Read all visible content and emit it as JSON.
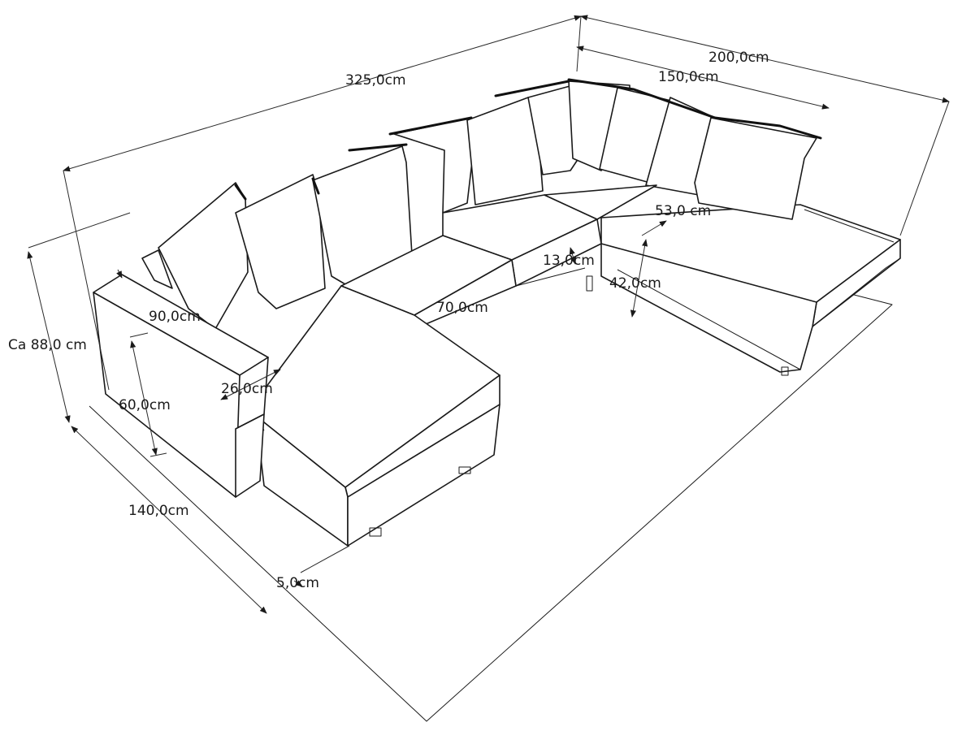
{
  "dimensions": {
    "total_length": "325,0cm",
    "right_depth": "200,0cm",
    "right_inner": "150,0cm",
    "seat_height_front": "53,0 cm",
    "drawer_height": "13,0cm",
    "seat_height": "42,0cm",
    "total_height": "Ca 88,0 cm",
    "armrest_length": "90,0cm",
    "armrest_height": "60,0cm",
    "armrest_width": "26,0cm",
    "seat_depth": "70,0cm",
    "left_depth": "140,0cm",
    "leg_height": "5,0cm"
  },
  "colors": {
    "line": "#1a1a1a",
    "background": "#ffffff"
  }
}
